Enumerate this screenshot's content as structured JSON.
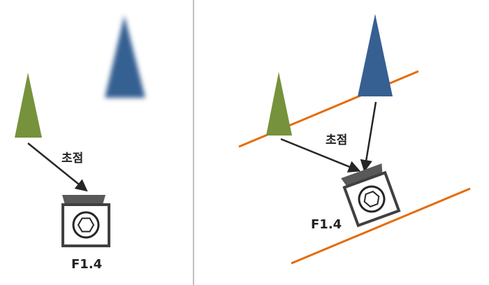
{
  "left_panel": {
    "focus_label": "초점",
    "aperture_label": "F1.4"
  },
  "right_panel": {
    "focus_label": "초점",
    "aperture_label": "F1.4"
  },
  "colors": {
    "near_tree": "#76923c",
    "far_tree": "#366092",
    "focal_plane": "#e46c0a",
    "arrow": "#262626",
    "camera_outline": "#404040",
    "camera_lens_hood": "#595959",
    "divider": "#bfbfbf"
  },
  "icons": {
    "camera": "camera-icon",
    "lens": "hexagon-aperture-icon",
    "tree": "triangle-tree-icon"
  }
}
